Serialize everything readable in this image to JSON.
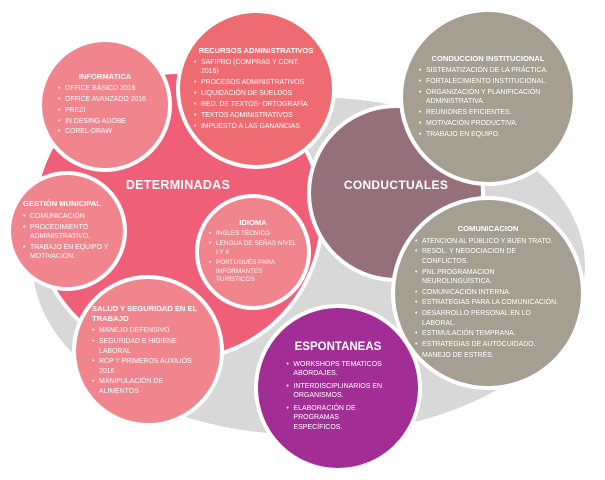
{
  "colors": {
    "background_ellipse": "#d8d8d8",
    "determinadas_circle": "#ef5f78",
    "pink_satellite_circle": "#f0858e",
    "recursos_circle": "#ee6b71",
    "conductuales_circle": "#95707a",
    "taupe_satellite_circle": "#a49f90",
    "espontaneas_circle": "#a12d95",
    "text": "#ffffff"
  },
  "groups": {
    "determinadas": {
      "label": "DETERMINADAS"
    },
    "conductuales": {
      "label": "CONDUCTUALES"
    },
    "espontaneas": {
      "label": "ESPONTANEAS",
      "items": [
        "WORKSHOPS TEMATICOS ABORDAJES.",
        "INTERDISCIPLINARIOS EN ORGANISMOS.",
        "ELABORACIÓN DE PROGRAMAS ESPECÍFICOS."
      ]
    }
  },
  "circles": {
    "informatica": {
      "title": "INFORMATICA",
      "items": [
        "OFFICE BÁSICO 2016",
        "OFFICE AVANZADO 2016",
        "PREZI",
        "IN DESING ADOBE",
        "COREL-DRAW"
      ]
    },
    "recursos_administrativos": {
      "title": "RECURSOS ADMINISTRATIVOS",
      "items": [
        "SAFIPRO (COMPRAS Y CONT. 2016)",
        "PROCESOS ADMINISTRATIVOS",
        "LIQUIDACIÓN DE SUELDOS",
        "RED. DE TEXTOS- ORTOGRAFÍA",
        "TEXTOS ADMINISTRATIVOS",
        "IMPUESTO A LAS GANANCIAS"
      ]
    },
    "conduccion_institucional": {
      "title": "CONDUCCION INSTITUCIONAL",
      "items": [
        "SISTEMATIZACIÓN DE LA PRÁCTICA.",
        "FORTALECIMIENTO INSTITUCIONAL.",
        "ORGANIZACIÓN Y PLANIFICACIÓN ADMINISTRATIVA.",
        "REUNIONES EFICIENTES.",
        "MOTIVACIÓN PRODUCTIVA.",
        "TRABAJO EN EQUIPO."
      ]
    },
    "gestion_municipal": {
      "title": "GESTIÓN MUNICIPAL",
      "items": [
        "COMUNICACIÓN",
        "PROCEDIMIENTO ADMINISTRATIVO.",
        "TRABAJO EN EQUIPO Y MOTIVACIÓN."
      ]
    },
    "idioma": {
      "title": "IDIOMA",
      "items": [
        "INGLES TÉCNICO",
        "LENGUA DE SEÑAS NIVEL I Y II",
        "PORTUGUÉS PARA INFORMANTES TURÍSTICOS"
      ]
    },
    "comunicacion": {
      "title": "COMUNICACION",
      "items": [
        "ATENCION AL PÚBLICO Y BUEN TRATO.",
        "RESOL. Y NEGOCIACION  DE CONFLICTOS.",
        "PNL PROGRAMACION NEUROLINGÜÍSTICA.",
        "COMUNICACIÓN INTERNA.",
        "ESTRATEGIAS PARA LA COMUNICACIÓN.",
        "DESARROLLO PERSONAL EN LO LABORAL.",
        "ESTIMULACIÓN TEMPRANA.",
        "ESTRATEGIAS DE AUTOCUIDADO.",
        "MANEJO DE ESTRÉS."
      ]
    },
    "salud_seguridad": {
      "title": "SALUD Y SEGURIDAD EN EL TRABAJO",
      "items": [
        "MANEJO DEFENSIVO",
        "SEGURIDAD E HIGIENE LABORAL",
        "RCP Y PRIMEROS AUXILIOS 2016",
        "MANIPULACIÓN DE ALIMENTOS"
      ]
    }
  }
}
